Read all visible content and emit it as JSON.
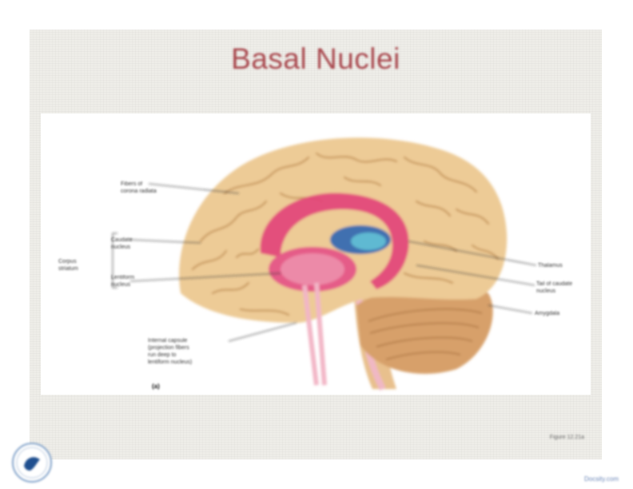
{
  "slide": {
    "title": "Basal Nuclei",
    "figure_letter": "(a)",
    "figure_number": "Figure 12.21a"
  },
  "labels": {
    "fibers": "Fibers of\ncorona radiata",
    "caudate": "Caudate\nnucleus",
    "corpus_striatum": "Corpus\nstriatum",
    "lentiform": "Lentiform\nnucleus",
    "internal_capsule": "Internal capsule\n(projection fibers\nrun deep to\nlentiform nucleus)",
    "thalamus": "Thalamus",
    "tail_caudate": "Tail of caudate\nnucleus",
    "amygdala": "Amygdala"
  },
  "footer": {
    "watermark": "Docsity.com"
  },
  "colors": {
    "title": "#a8474d",
    "brain": "#e9c68f",
    "striatum": "#e2447a",
    "thalamus": "#3f6fb0",
    "background": "#eeede8"
  }
}
